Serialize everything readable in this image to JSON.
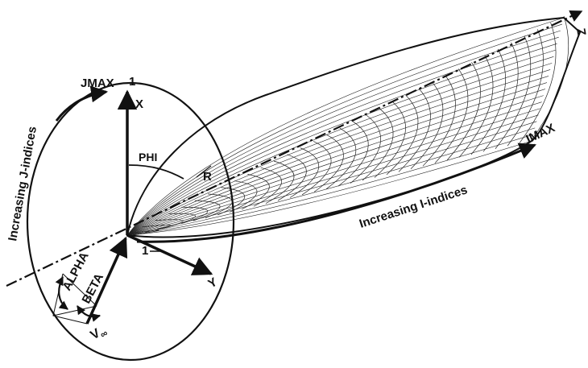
{
  "colors": {
    "ink": "#111111",
    "mesh": "#222222",
    "paper": "#ffffff"
  },
  "labels": {
    "jmax": "JMAX",
    "one_top": "1",
    "x_axis": "X",
    "phi": "PHI",
    "r": "R",
    "one_bottom": "1",
    "y_axis": "Y",
    "z_axis": "Z",
    "imax": "IMAX",
    "alpha": "ALPHA",
    "beta": "BETA",
    "v_symbol": "V",
    "v_subscript": "∞",
    "increasing_j": "Increasing J-indices",
    "increasing_i": "Increasing I-indices"
  }
}
